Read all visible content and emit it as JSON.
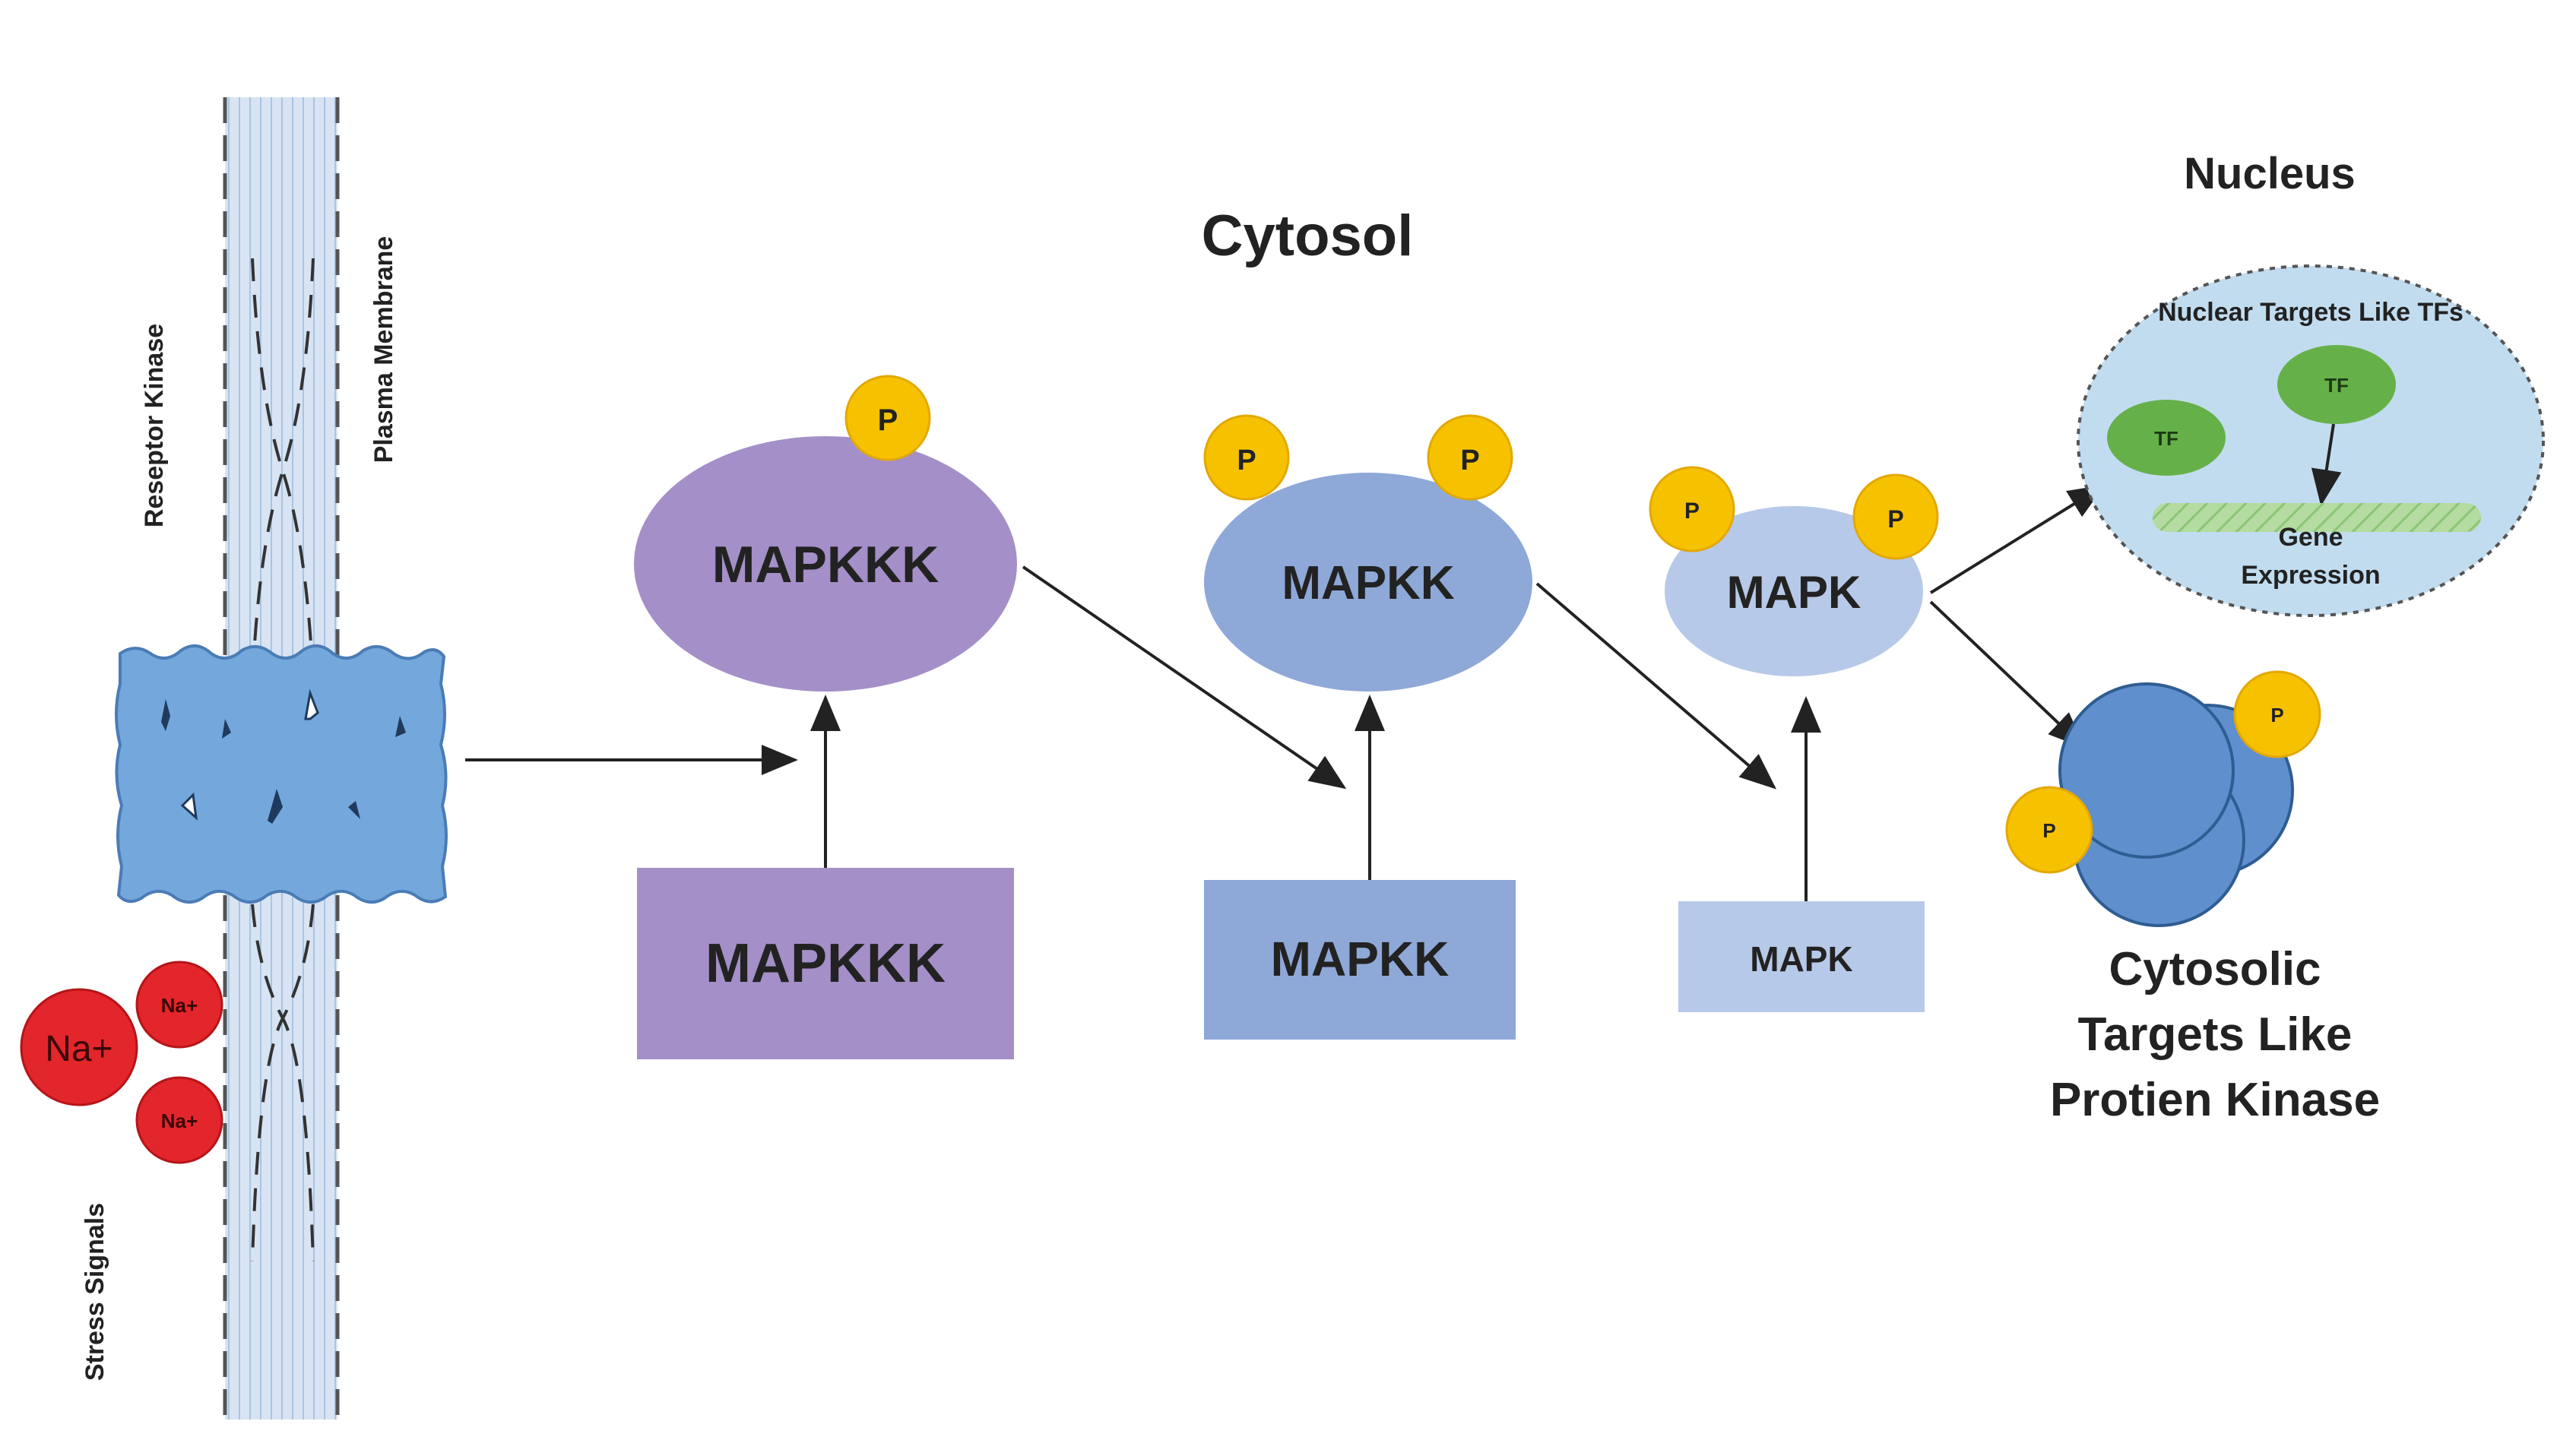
{
  "labels": {
    "cytosol": "Cytosol",
    "nucleus": "Nucleus",
    "receptor_kinase": "Reseptor Kinase",
    "plasma_membrane": "Plasma Membrane",
    "stress_signals": "Stress Signals",
    "nuclear_targets": "Nuclear Targets Like TFs",
    "gene": "Gene",
    "expression": "Expression",
    "cytosolic_targets": [
      "Cytosolic",
      "Targets Like",
      "Protien Kinase"
    ]
  },
  "ions": {
    "large": "Na+",
    "small_top": "Na+",
    "small_bottom": "Na+"
  },
  "active_kinases": {
    "mapkkk": "MAPKKK",
    "mapkk": "MAPKK",
    "mapk": "MAPK"
  },
  "inactive_kinases": {
    "mapkkk": "MAPKKK",
    "mapkk": "MAPKK",
    "mapk": "MAPK"
  },
  "phosphate_label": "P",
  "tf_label": "TF",
  "colors": {
    "mapkkk": "#a48fc8",
    "mapkk": "#8ea8d8",
    "mapk": "#b7c9e8",
    "phosphate": "#f6c200",
    "ion": "#e3262b",
    "receptor": "#74a7dc",
    "membrane": "#d8e4f3",
    "nucleus": "#c2dcef",
    "tf": "#66b04a",
    "cytosolic_target": "#5f8fcc"
  }
}
